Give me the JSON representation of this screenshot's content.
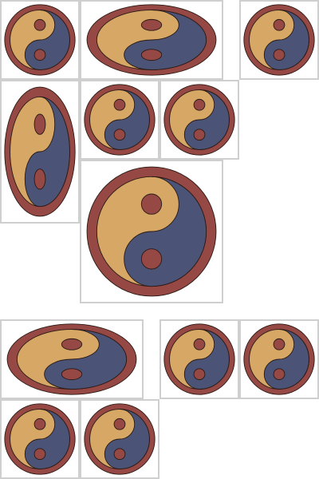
{
  "palette": {
    "outer_ring": "#964844",
    "dark_half": "#4b5377",
    "light_half": "#d6a765",
    "tile_border": "#cfcfcf",
    "background": "#ffffff",
    "outline": "#2a1a14"
  },
  "tiles": [
    {
      "name": "yin-yang-tile-1",
      "shape": "circle"
    },
    {
      "name": "yin-yang-tile-2",
      "shape": "wide-ellipse"
    },
    {
      "name": "yin-yang-tile-3",
      "shape": "circle"
    },
    {
      "name": "yin-yang-tile-4",
      "shape": "tall-ellipse"
    },
    {
      "name": "yin-yang-tile-5",
      "shape": "circle"
    },
    {
      "name": "yin-yang-tile-6",
      "shape": "circle"
    },
    {
      "name": "yin-yang-tile-7",
      "shape": "large-circle"
    },
    {
      "name": "yin-yang-tile-8",
      "shape": "wide-ellipse"
    },
    {
      "name": "yin-yang-tile-9",
      "shape": "circle"
    },
    {
      "name": "yin-yang-tile-10",
      "shape": "circle"
    },
    {
      "name": "yin-yang-tile-11",
      "shape": "circle"
    },
    {
      "name": "yin-yang-tile-12",
      "shape": "circle"
    }
  ]
}
